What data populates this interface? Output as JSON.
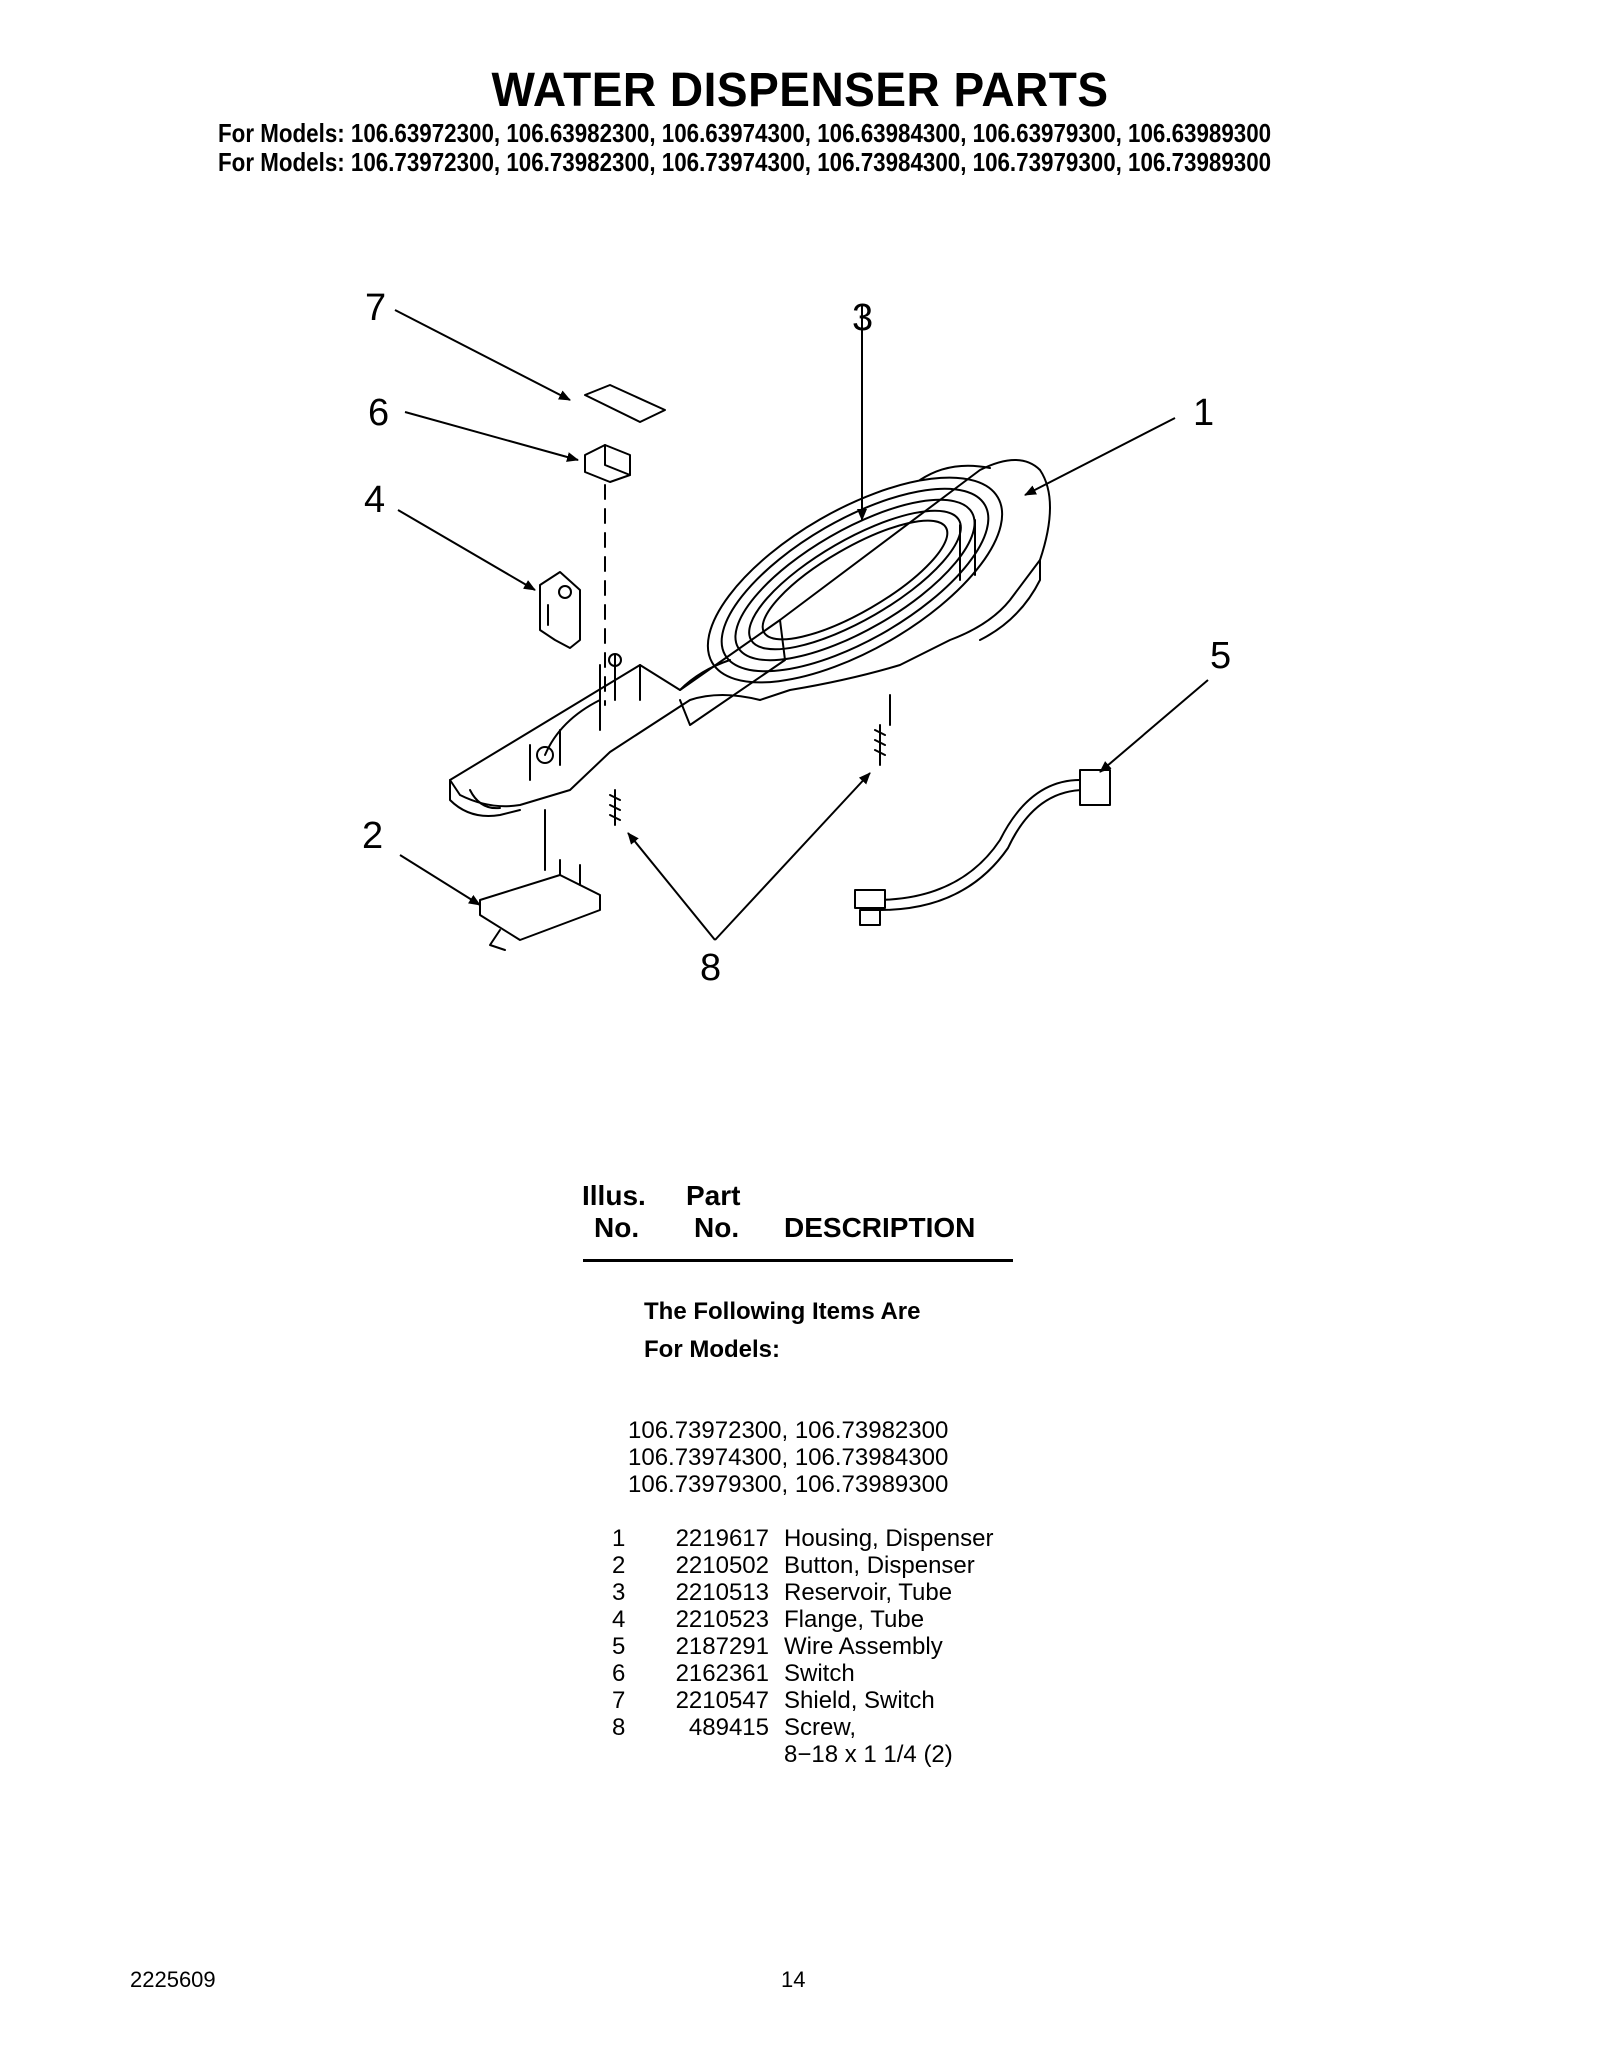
{
  "header": {
    "title": "WATER DISPENSER PARTS",
    "models_line_1": "For Models: 106.63972300, 106.63982300, 106.63974300, 106.63984300, 106.63979300, 106.63989300",
    "models_line_2": "For Models: 106.73972300, 106.73982300, 106.73974300, 106.73984300, 106.73979300, 106.73989300"
  },
  "diagram": {
    "callouts": [
      "7",
      "6",
      "4",
      "3",
      "1",
      "5",
      "2",
      "8"
    ]
  },
  "table": {
    "headers": {
      "illus_top": "Illus.",
      "illus_bottom": "No.",
      "part_top": "Part",
      "part_bottom": "No.",
      "description": "DESCRIPTION"
    },
    "note_line_1": "The Following Items Are",
    "note_line_2": "For Models:",
    "model_lines": [
      "106.73972300, 106.73982300",
      "106.73974300, 106.73984300",
      "106.73979300, 106.73989300"
    ],
    "rows": [
      {
        "illus": "1",
        "part": "2219617",
        "description": "Housing, Dispenser"
      },
      {
        "illus": "2",
        "part": "2210502",
        "description": "Button, Dispenser"
      },
      {
        "illus": "3",
        "part": "2210513",
        "description": "Reservoir, Tube"
      },
      {
        "illus": "4",
        "part": "2210523",
        "description": "Flange, Tube"
      },
      {
        "illus": "5",
        "part": "2187291",
        "description": "Wire Assembly"
      },
      {
        "illus": "6",
        "part": "2162361",
        "description": "Switch"
      },
      {
        "illus": "7",
        "part": "2210547",
        "description": "Shield, Switch"
      },
      {
        "illus": "8",
        "part": "489415",
        "description": "Screw,"
      },
      {
        "illus": "",
        "part": "",
        "description": "8−18 x 1 1/4 (2)"
      }
    ]
  },
  "footer": {
    "doc_number": "2225609",
    "page_number": "14"
  }
}
